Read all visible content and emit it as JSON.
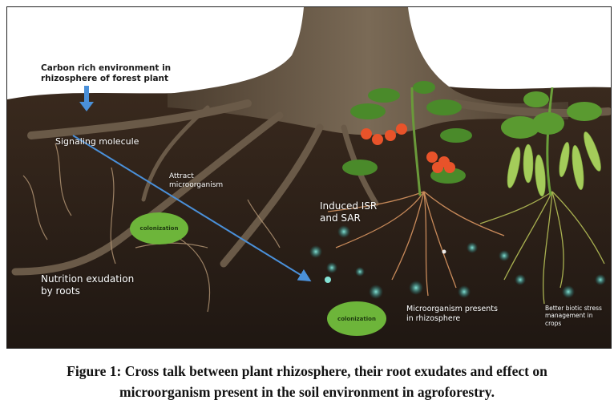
{
  "figure": {
    "labels": {
      "carbon_rich": "Carbon rich environment in rhizosphere of forest plant",
      "signaling": "Signaling molecule",
      "attract": "Attract microorganism",
      "colonization_1": "colonization",
      "nutrition": "Nutrition exudation by roots",
      "induced": "Induced ISR and SAR",
      "colonization_2": "colonization",
      "microorganism_presents": "Microorganism presents in rhizosphere",
      "better_biotic": "Better biotic stress management in crops"
    },
    "colors": {
      "arrow": "#4a90d9",
      "colonization_blob": "#6db53a",
      "soil": "#2a1f18",
      "trunk": "#5a4a3a",
      "microbe_glow": "#4fe0d0"
    }
  },
  "caption": {
    "line1": "Figure 1: Cross talk between plant rhizosphere, their root exudates and effect on",
    "line2": "microorganism present in the soil environment in agroforestry."
  }
}
